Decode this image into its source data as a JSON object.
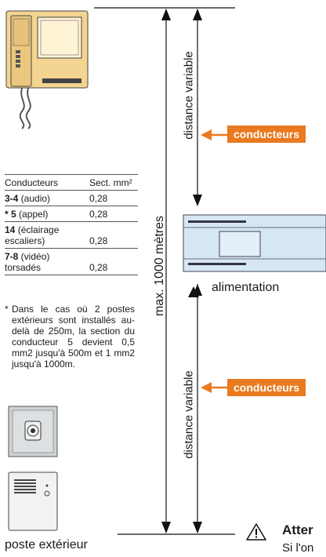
{
  "labels": {
    "max_distance": "max. 1000 mètres",
    "distance_variable_top": "distance variable",
    "distance_variable_bottom": "distance variable",
    "conductors_tag_top": "conducteurs",
    "conductors_tag_bottom": "conducteurs",
    "power_supply": "alimentation",
    "outdoor_station": "poste extérieur",
    "warning_title": "Atter",
    "warning_text": "Si l'on"
  },
  "table": {
    "headers": [
      "Conducteurs",
      "Sect. mm²"
    ],
    "rows": [
      {
        "bold": "3-4",
        "rest": " (audio)",
        "section": "0,28"
      },
      {
        "bold": "* 5",
        "rest": " (appel)",
        "section": "0,28"
      },
      {
        "bold": "14",
        "rest": " (éclairage escaliers)",
        "section": "0,28"
      },
      {
        "bold": "7-8",
        "rest": " (vidéo) torsadés",
        "section": "0,28"
      }
    ]
  },
  "footnote": {
    "star": "*",
    "text": "Dans le cas où 2 postes extérieurs sont installés au-delà de 250m, la section du conducteur 5 devient 0,5 mm2 jusqu'à 500m et 1 mm2 jusqu'à 1000m."
  },
  "colors": {
    "accent": "#e97a20",
    "device_yellow": "#f4d491",
    "supply_blue": "#d6e7f3"
  }
}
